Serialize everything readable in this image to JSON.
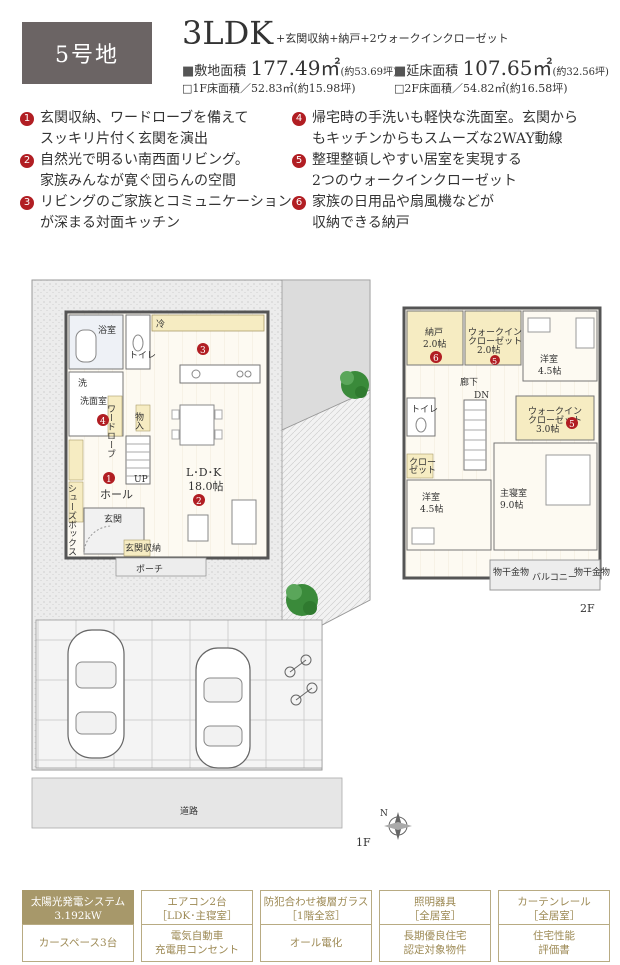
{
  "header": {
    "lot": "5号地",
    "layout_type": "3LDK",
    "layout_extras": "+玄関収納+納戸+2ウォークインクローゼット"
  },
  "areas": {
    "site_label": "敷地面積",
    "site_value": "177.49㎡",
    "site_tsubo": "(約53.69坪)",
    "floor_total_label": "延床面積",
    "floor_total_value": "107.65㎡",
    "floor_total_tsubo": "(約32.56坪)",
    "floor1": "□1F床面積／52.83㎡(約15.98坪)",
    "floor2": "□2F床面積／54.82㎡(約16.58坪)"
  },
  "features": [
    {
      "num": "1",
      "line1": "玄関収納、ワードローブを備えて",
      "line2": "スッキリ片付く玄関を演出"
    },
    {
      "num": "2",
      "line1": "自然光で明るい南西面リビング。",
      "line2": "家族みんなが寛ぐ団らんの空間"
    },
    {
      "num": "3",
      "line1": "リビングのご家族とコミュニケーション",
      "line2": "が深まる対面キッチン"
    },
    {
      "num": "4",
      "line1": "帰宅時の手洗いも軽快な洗面室。玄関から",
      "line2": "もキッチンからもスムーズな2WAY動線"
    },
    {
      "num": "5",
      "line1": "整理整頓しやすい居室を実現する",
      "line2": "2つのウォークインクローゼット"
    },
    {
      "num": "6",
      "line1": "家族の日用品や扇風機などが",
      "line2": "収納できる納戸"
    }
  ],
  "floorplan": {
    "f1": {
      "bath": "浴室",
      "fridge": "冷",
      "toilet": "トイレ",
      "wash_machine": "洗",
      "washroom": "洗面室",
      "wardrobe": "ワードローブ",
      "storage": "物入",
      "hall": "ホール",
      "shoebox": "シューズボックス",
      "up": "UP",
      "entrance": "玄関",
      "entrance_storage": "玄関収納",
      "porch": "ポーチ",
      "ldk": "L･D･K",
      "ldk_size": "18.0帖",
      "road": "道路",
      "floor_label": "1F",
      "north": "N"
    },
    "f2": {
      "closet": "納戸",
      "closet_size": "2.0帖",
      "wic1": "ウォークイン",
      "wic1b": "クローゼット",
      "wic1_size": "2.0帖",
      "room1": "洋室",
      "room1_size": "4.5帖",
      "corridor": "廊下",
      "dn": "DN",
      "toilet": "トイレ",
      "wic2": "ウォークイン",
      "wic2b": "クローゼット",
      "wic2_size": "3.0帖",
      "clo": "クロー",
      "clo2": "ゼット",
      "room2": "洋室",
      "room2_size": "4.5帖",
      "master": "主寝室",
      "master_size": "9.0帖",
      "storage1": "物干金物",
      "balcony": "バルコニー",
      "storage2": "物干金物",
      "floor_label": "2F"
    }
  },
  "badges": [
    {
      "line1": "太陽光発電システム",
      "line2": "3.192kW",
      "highlight": true
    },
    {
      "line1": "エアコン2台",
      "line2": "［LDK･主寝室］",
      "highlight": false
    },
    {
      "line1": "防犯合わせ複層ガラス",
      "line2": "［1階全窓］",
      "highlight": false
    },
    {
      "line1": "照明器具",
      "line2": "［全居室］",
      "highlight": false
    },
    {
      "line1": "カーテンレール",
      "line2": "［全居室］",
      "highlight": false
    },
    {
      "line1": "カースペース3台",
      "line2": "",
      "highlight": false
    },
    {
      "line1": "電気自動車",
      "line2": "充電用コンセント",
      "highlight": false
    },
    {
      "line1": "オール電化",
      "line2": "",
      "highlight": false
    },
    {
      "line1": "長期優良住宅",
      "line2": "認定対象物件",
      "highlight": false
    },
    {
      "line1": "住宅性能",
      "line2": "評価書",
      "highlight": false
    }
  ]
}
